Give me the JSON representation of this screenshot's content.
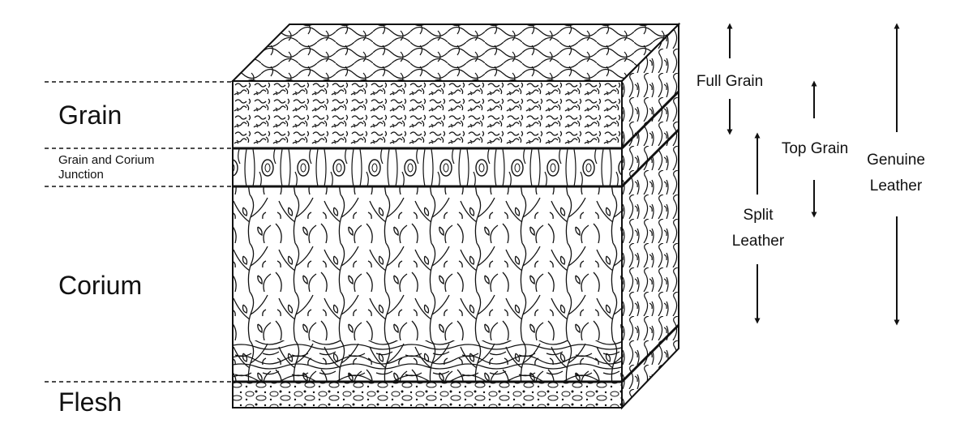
{
  "layers": {
    "grain": "Grain",
    "junction": "Grain and Corium Junction",
    "corium": "Corium",
    "flesh": "Flesh"
  },
  "grades": {
    "full_grain": "Full Grain",
    "top_grain": "Top Grain",
    "split_leather": "Split Leather",
    "genuine_leather": "Genuine Leather"
  },
  "colors": {
    "ink": "#111111",
    "paper": "#ffffff"
  }
}
